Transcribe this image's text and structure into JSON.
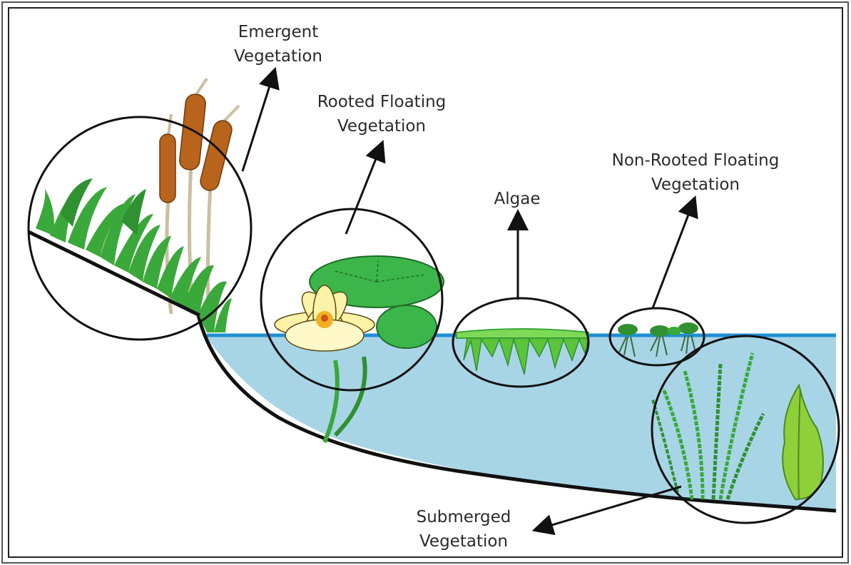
{
  "labels": {
    "emergent": {
      "line1": "Emergent",
      "line2": "Vegetation"
    },
    "rooted_floating": {
      "line1": "Rooted Floating",
      "line2": "Vegetation"
    },
    "algae": {
      "line1": "Algae"
    },
    "non_rooted_floating": {
      "line1": "Non-Rooted Floating",
      "line2": "Vegetation"
    },
    "submerged": {
      "line1": "Submerged",
      "line2": "Vegetation"
    }
  },
  "colors": {
    "water": "#a8d5e6",
    "water_surface": "#1f8fd4",
    "shore_line": "#111111",
    "grass": "#3aa83a",
    "cattail_head": "#b8641c",
    "lily_pad": "#3cb54a",
    "lily_flower": "#fdf3a8",
    "algae": "#7ed957",
    "frame_border": "#555555"
  }
}
